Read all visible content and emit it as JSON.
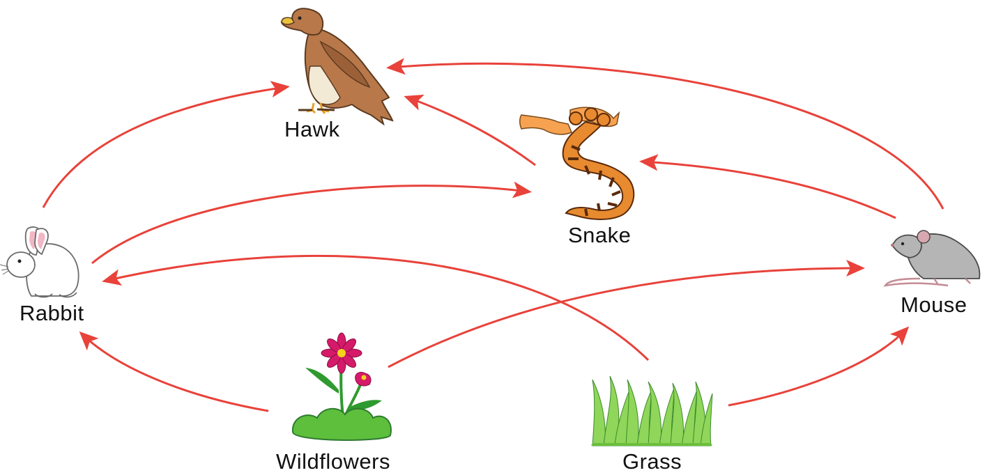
{
  "diagram": {
    "arrow_color": "#e8423a",
    "nodes": {
      "hawk": {
        "label": "Hawk",
        "icon": "hawk-icon"
      },
      "snake": {
        "label": "Snake",
        "icon": "snake-icon"
      },
      "rabbit": {
        "label": "Rabbit",
        "icon": "rabbit-icon"
      },
      "mouse": {
        "label": "Mouse",
        "icon": "mouse-icon"
      },
      "wildflowers": {
        "label": "Wildflowers",
        "icon": "wildflowers-icon"
      },
      "grass": {
        "label": "Grass",
        "icon": "grass-icon"
      }
    },
    "edges": [
      {
        "from": "Rabbit",
        "to": "Hawk"
      },
      {
        "from": "Snake",
        "to": "Hawk"
      },
      {
        "from": "Mouse",
        "to": "Hawk"
      },
      {
        "from": "Rabbit",
        "to": "Snake"
      },
      {
        "from": "Mouse",
        "to": "Snake"
      },
      {
        "from": "Grass",
        "to": "Rabbit"
      },
      {
        "from": "Wildflowers",
        "to": "Rabbit"
      },
      {
        "from": "Wildflowers",
        "to": "Mouse"
      },
      {
        "from": "Grass",
        "to": "Mouse"
      }
    ]
  }
}
